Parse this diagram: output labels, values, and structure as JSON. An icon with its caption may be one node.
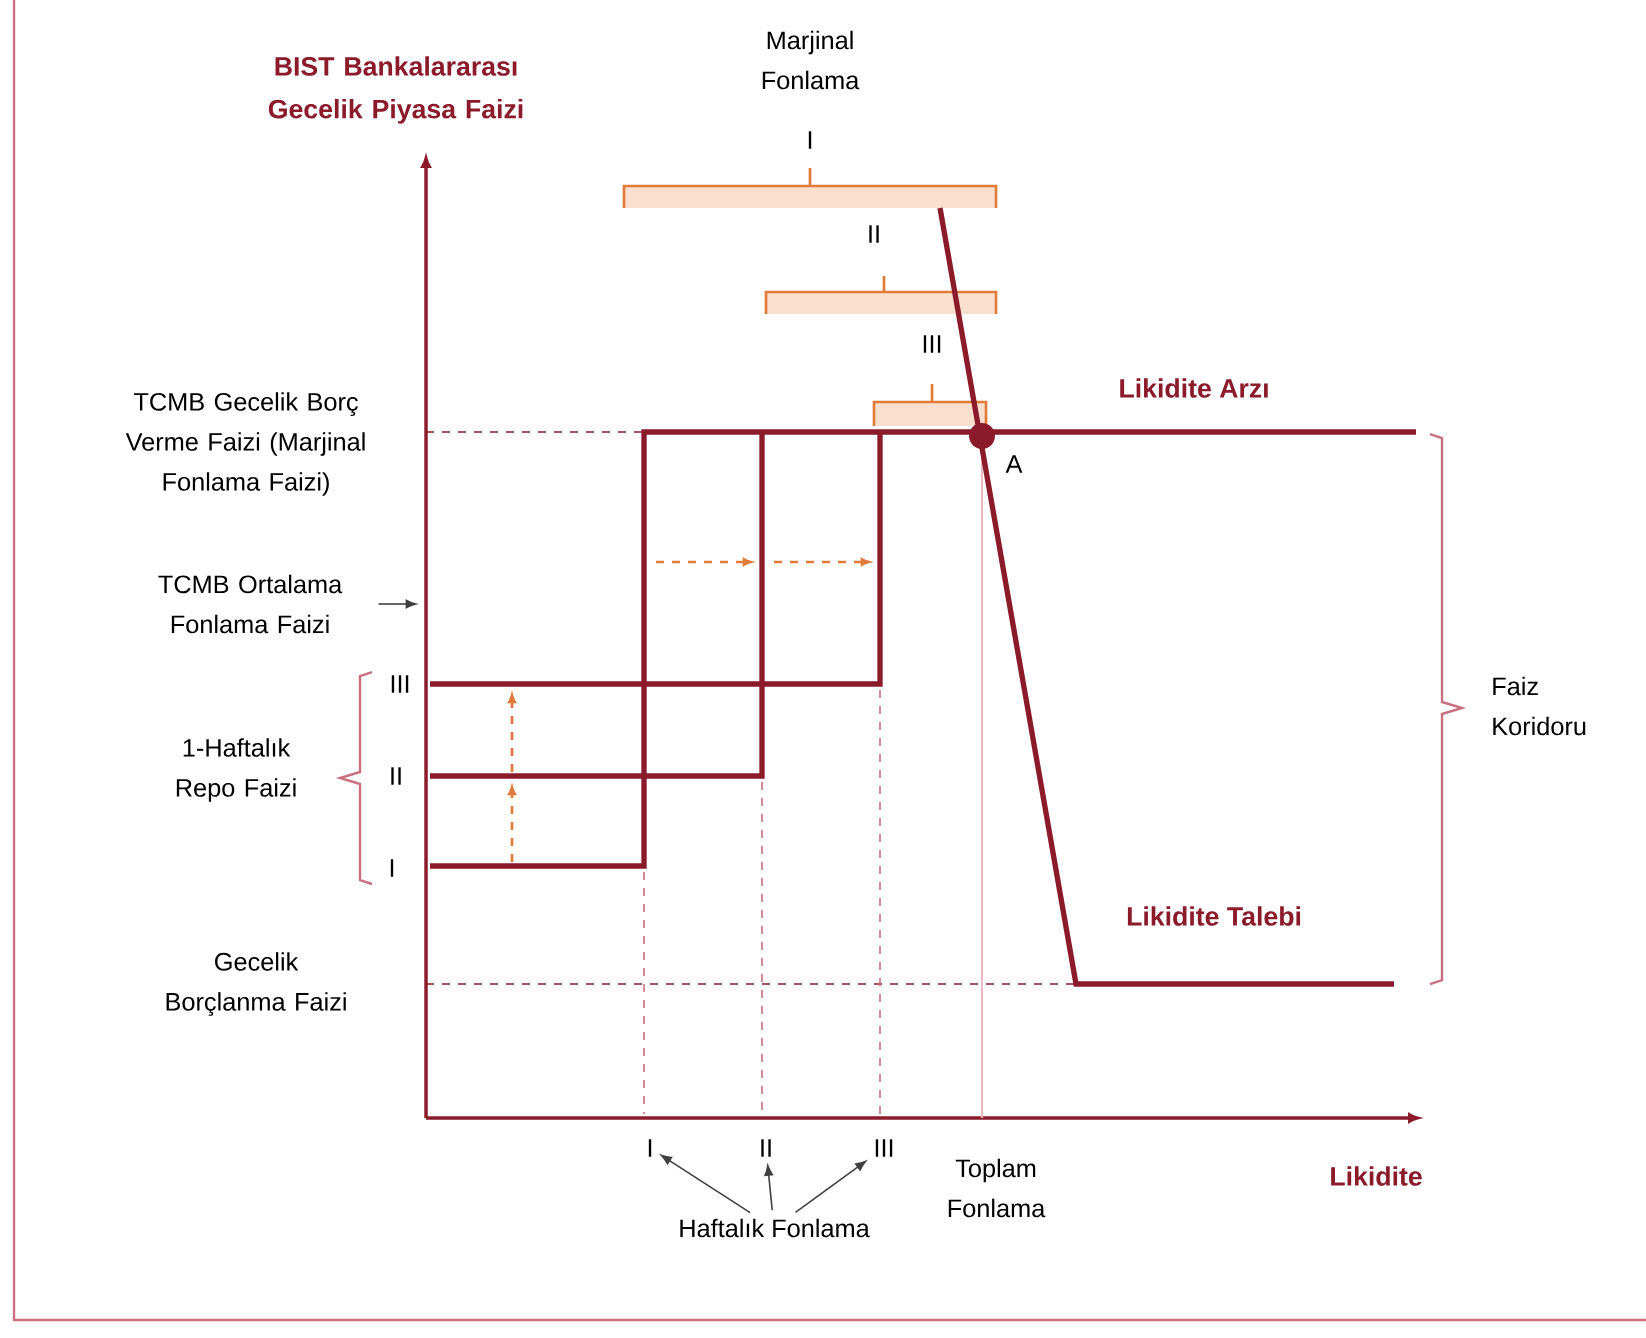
{
  "diagram": {
    "nodes": [
      {
        "text": [
          "TCMB Ortalama Fonlama Faizi"
        ]
      },
      {
        "text": [
          "I"
        ]
      },
      {
        "text": [
          "II"
        ]
      },
      {
        "text": [
          "III"
        ]
      },
      {
        "text": [
          "Haftalık Fonlama"
        ]
      },
      {
        "text": [],
        "shape": "line"
      }
    ],
    "edges": [
      {
        "from": 0,
        "to": 5,
        "arrow": "to"
      },
      {
        "from": 4,
        "to": 1,
        "arrow": "to"
      },
      {
        "from": 4,
        "to": 2,
        "arrow": "to"
      },
      {
        "from": 4,
        "to": 3,
        "arrow": "to"
      }
    ],
    "labels": [
      "BIST Bankalararası Gecelik Piyasa Faizi",
      "Marjinal Fonlama",
      "I",
      "II",
      "III",
      "TCMB Gecelik Borç Verme Faizi (Marjinal Fonlama Faizi)",
      "Likidite Arzı",
      "A",
      "III",
      "II",
      "I",
      "1-Haftalık Repo Faizi",
      "Faiz Koridoru",
      "Likidite Talebi",
      "Gecelik Borçlanma Faizi",
      "Toplam Fonlama",
      "Likidite"
    ]
  }
}
